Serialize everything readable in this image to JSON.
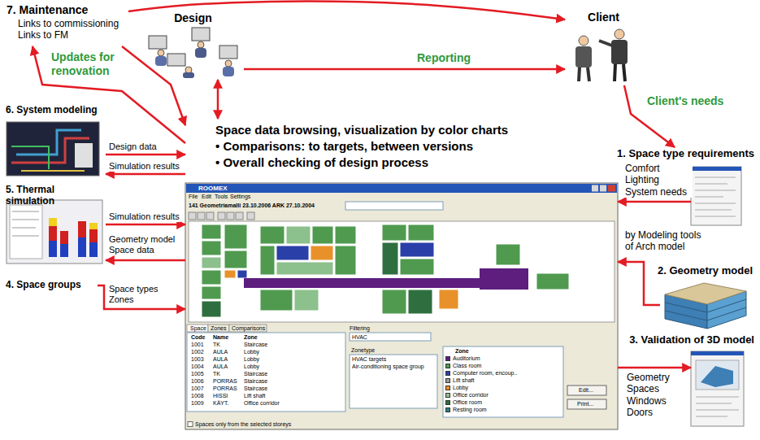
{
  "diagram": {
    "nodes": [
      {
        "text": [
          "Design"
        ]
      },
      {
        "text": [
          "Client"
        ]
      },
      {
        "text": [
          "7. Maintenance",
          "Links to commissioning Links to FM"
        ]
      },
      {
        "text": [
          "Space data browsing, visualization by color charts",
          "• Comparisons: to targets, between versions",
          "• Overall checking of design process"
        ]
      },
      {
        "text": [
          "6. System modeling"
        ]
      },
      {
        "text": [
          "5. Thermal simulation"
        ]
      },
      {
        "text": [
          "4. Space groups"
        ]
      },
      {
        "text": [
          "1. Space type requirements"
        ]
      },
      {
        "text": [
          "2. Geometry model"
        ]
      },
      {
        "text": [
          "3. Validation of 3D model"
        ]
      }
    ],
    "edges": [
      {
        "from": 0,
        "to": 1,
        "arrow": "to",
        "label": "Reporting"
      },
      {
        "from": 2,
        "to": 1,
        "arrow": "to"
      },
      {
        "from": 1,
        "to": 7,
        "arrow": "to",
        "label": "Client's needs"
      },
      {
        "from": 0,
        "to": 3,
        "arrow": "both"
      },
      {
        "from": 2,
        "to": 3,
        "arrow": "to",
        "label": "Updates for renovation"
      },
      {
        "from": 3,
        "to": 2,
        "arrow": "to"
      },
      {
        "from": 4,
        "to": 3,
        "arrow": "to",
        "label": "Design data"
      },
      {
        "from": 3,
        "to": 4,
        "arrow": "to",
        "label": "Simulation results"
      },
      {
        "from": 5,
        "to": 3,
        "arrow": "to",
        "label": "Simulation results"
      },
      {
        "from": 3,
        "to": 5,
        "arrow": "to",
        "label": "Geometry model Space data"
      },
      {
        "from": 6,
        "to": 3,
        "arrow": "to",
        "label": "Space types Zones"
      },
      {
        "from": 7,
        "to": 3,
        "arrow": "to",
        "label": "Comfort Lighting System needs"
      },
      {
        "from": 8,
        "to": 3,
        "arrow": "to",
        "label": "by Modeling tools of Arch model"
      },
      {
        "from": 3,
        "to": 9,
        "arrow": "to",
        "label": "Geometry Spaces Windows Doors"
      }
    ],
    "labels": [
      "ROOMEX",
      "File",
      "Edit",
      "Tools",
      "Settings",
      "141 Geometriamalli 23.10.2006 ARK 27.10.2004",
      "Space",
      "Zones",
      "Comparisons",
      "Code",
      "Name",
      "Zone",
      "1001",
      "TK",
      "Staircase",
      "1002",
      "AULA",
      "Lobby",
      "1003",
      "AULA",
      "Lobby",
      "1004",
      "AULA",
      "Lobby",
      "1005",
      "TK",
      "Staircase",
      "1006",
      "PORRAS",
      "Staircase",
      "1007",
      "PORRAS",
      "Staircase",
      "1008",
      "HISSI",
      "Lift shaft",
      "1009",
      "KÄYT.",
      "Office corridor",
      "Filtering",
      "HVAC",
      "Zonetype",
      "HVAC targets",
      "Air-conditioning space group",
      "Zone",
      "Edit...",
      "Print...",
      "Spaces only from the selected storeys"
    ],
    "legend": [
      {
        "text": "Auditorium",
        "color": "#5d1e7e"
      },
      {
        "text": "Class room",
        "color": "#4f9a4f"
      },
      {
        "text": "Computer room, encoup..",
        "color": "#2b3fa8"
      },
      {
        "text": "Lift shaft",
        "color": "#9a9a9a"
      },
      {
        "text": "Lobby",
        "color": "#e8912a"
      },
      {
        "text": "Office corridor",
        "color": "#8cc08c"
      },
      {
        "text": "Office room",
        "color": "#2f6f3f"
      },
      {
        "text": "Resting room",
        "color": "#2f7f7f"
      }
    ]
  }
}
